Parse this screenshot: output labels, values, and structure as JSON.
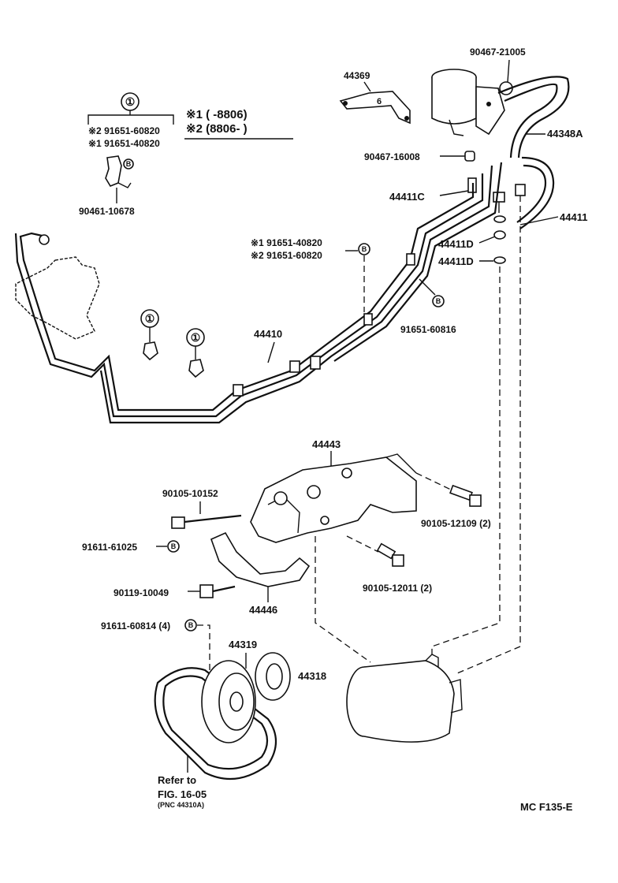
{
  "labels": {
    "p44369": "44369",
    "p90467_21005": "90467-21005",
    "p44348A": "44348A",
    "p90467_16008": "90467-16008",
    "p44411C": "44411C",
    "p44411": "44411",
    "p44411D_a": "44411D",
    "p44411D_b": "44411D",
    "ref1_a": "※1 91651-40820",
    "ref2_a": "※2 91651-60820",
    "p91651_60816": "91651-60816",
    "p44410": "44410",
    "p44443": "44443",
    "p90105_10152": "90105-10152",
    "p90105_12109": "90105-12109 (2)",
    "p91611_61025": "91611-61025",
    "p90105_12011": "90105-12011 (2)",
    "p90119_10049": "90119-10049",
    "p44446": "44446",
    "p91611_60814": "91611-60814 (4)",
    "p44319": "44319",
    "p44318": "44318",
    "p90461_10678": "90461-10678",
    "kit_2": "※2 91651-60820",
    "kit_1": "※1 91651-40820",
    "refer_to": "Refer to",
    "fig": "FIG. 16-05",
    "pnc": "(PNC 44310A)",
    "footer": "MC F135-E"
  },
  "legend": {
    "note1": "※1 (      -8806)",
    "note2": "※2 (8806-       )"
  },
  "markers": {
    "circle_one": "①",
    "circle_b": "B"
  }
}
